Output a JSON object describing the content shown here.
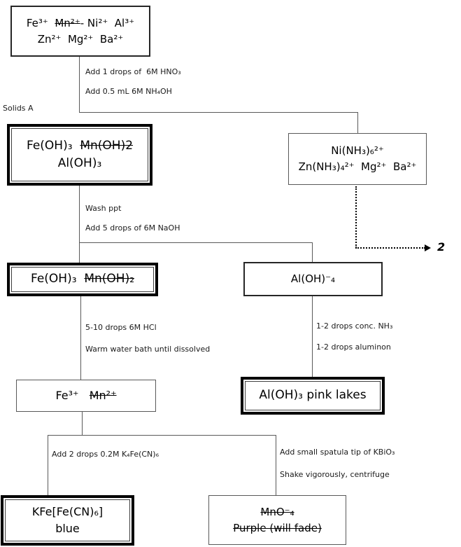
{
  "labels": {
    "solids_a": "Solids A",
    "exit_ref": "2"
  },
  "steps": {
    "hno3": "Add 1 drops of  6M HNO₃",
    "nh4oh": "Add 0.5 mL 6M NH₄OH",
    "wash": "Wash ppt",
    "naoh": "Add 5 drops of 6M NaOH",
    "hcl": "5-10 drops 6M HCl",
    "warm": "Warm water bath until dissolved",
    "nh3": "1-2 drops conc. NH₃",
    "aluminon": "1-2 drops aluminon",
    "k4fecn6": "Add 2 drops 0.2M K₄Fe(CN)₆",
    "kbio3": "Add small spatula tip of KBiO₃",
    "shake": "Shake vigorously, centrifuge"
  },
  "boxes": {
    "mixed_cations": {
      "lines": [
        [
          {
            "t": "Fe³⁺  "
          },
          {
            "t": "Mn²⁺",
            "strike": true
          },
          {
            "t": "- Ni²⁺  Al³⁺"
          }
        ],
        [
          {
            "t": "Zn²⁺  Mg²⁺  Ba²⁺"
          }
        ]
      ]
    },
    "solids_a": {
      "lines": [
        [
          {
            "t": "Fe(OH)₃  "
          },
          {
            "t": "Mn(OH)2",
            "strike": true
          }
        ],
        [
          {
            "t": "Al(OH)₃"
          }
        ]
      ]
    },
    "ammine_complexes": {
      "lines": [
        [
          {
            "t": "Ni(NH₃)₆²⁺"
          }
        ],
        [
          {
            "t": "Zn(NH₃)₄²⁺  Mg²⁺  Ba²⁺"
          }
        ]
      ]
    },
    "feoh3_mnoh2": {
      "lines": [
        [
          {
            "t": "Fe(OH)₃  "
          },
          {
            "t": "Mn(OH)₂",
            "strike": true
          }
        ]
      ]
    },
    "aloh4": {
      "lines": [
        [
          {
            "t": "Al(OH)⁻₄"
          }
        ]
      ]
    },
    "fe3_mn2": {
      "lines": [
        [
          {
            "t": "Fe³⁺   "
          },
          {
            "t": "Mn²⁺",
            "strike": true
          }
        ]
      ]
    },
    "aloh3_pink_lakes": {
      "lines": [
        [
          {
            "t": "Al(OH)₃ pink lakes"
          }
        ]
      ]
    },
    "kfefecn6_blue": {
      "lines": [
        [
          {
            "t": "KFe[Fe(CN)₆]"
          }
        ],
        [
          {
            "t": "blue"
          }
        ]
      ]
    },
    "mno4_purple": {
      "lines": [
        [
          {
            "t": "MnO⁻₄",
            "strike": true
          }
        ],
        [
          {
            "t": "Purple (will fade)",
            "strike": true
          }
        ]
      ]
    }
  },
  "colors": {
    "connector": "#595959",
    "thick_border": "#000000",
    "thin_border": "#595959",
    "text": "#000000"
  }
}
